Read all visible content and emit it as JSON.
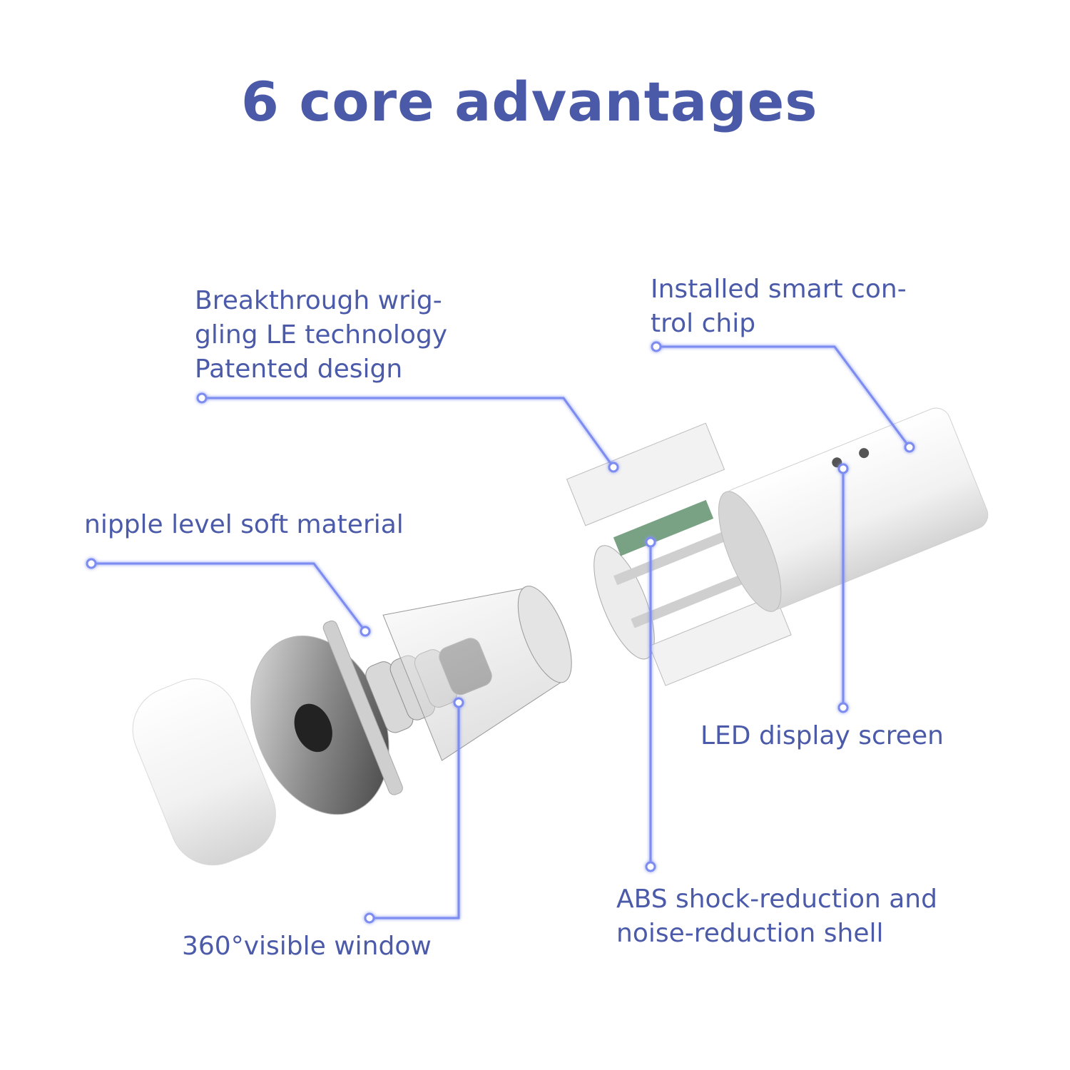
{
  "title": "6 core advantages",
  "colors": {
    "accent": "#4a5aa8",
    "leader_line": "#7b8cf0"
  },
  "callouts": [
    {
      "id": "wriggling",
      "text": "Breakthrough  wrig-\ngling LE technology\nPatented design"
    },
    {
      "id": "chip",
      "text": "Installed smart con-\ntrol chip"
    },
    {
      "id": "soft-material",
      "text": "nipple level soft material"
    },
    {
      "id": "led",
      "text": "LED display screen"
    },
    {
      "id": "abs-shell",
      "text": "ABS shock-reduction and\nnoise-reduction shell"
    },
    {
      "id": "window",
      "text": "360°visible window"
    }
  ]
}
